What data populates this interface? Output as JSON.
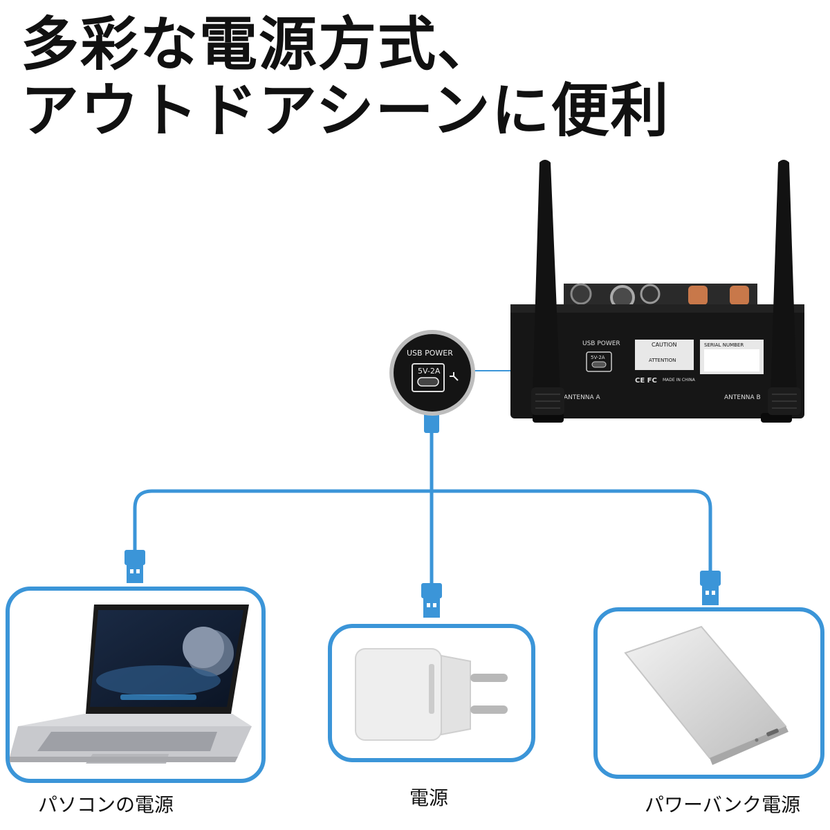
{
  "headline": {
    "line1": "多彩な電源方式、",
    "line2": "アウトドアシーンに便利"
  },
  "mixer": {
    "usb_power_label": "USB POWER",
    "rating_label": "5V-2A",
    "caution_label": "CAUTION",
    "attention_label": "ATTENTION",
    "serial_label": "SERIAL NUMBER",
    "cert_label": "CE FC",
    "made_in_label": "MADE IN CHINA",
    "antenna_a_label": "ANTENNA A",
    "antenna_b_label": "ANTENNA B"
  },
  "zoom_callout": {
    "usb_power_label": "USB POWER",
    "rating_label": "5V-2A"
  },
  "sources": [
    {
      "caption": "パソコンの電源",
      "icon": "laptop-icon"
    },
    {
      "caption": "電源",
      "icon": "wall-charger-icon"
    },
    {
      "caption": "パワーバンク電源",
      "icon": "power-bank-icon"
    }
  ],
  "colors": {
    "accent_blue": "#3b95d8",
    "mixer_body": "#161616"
  }
}
